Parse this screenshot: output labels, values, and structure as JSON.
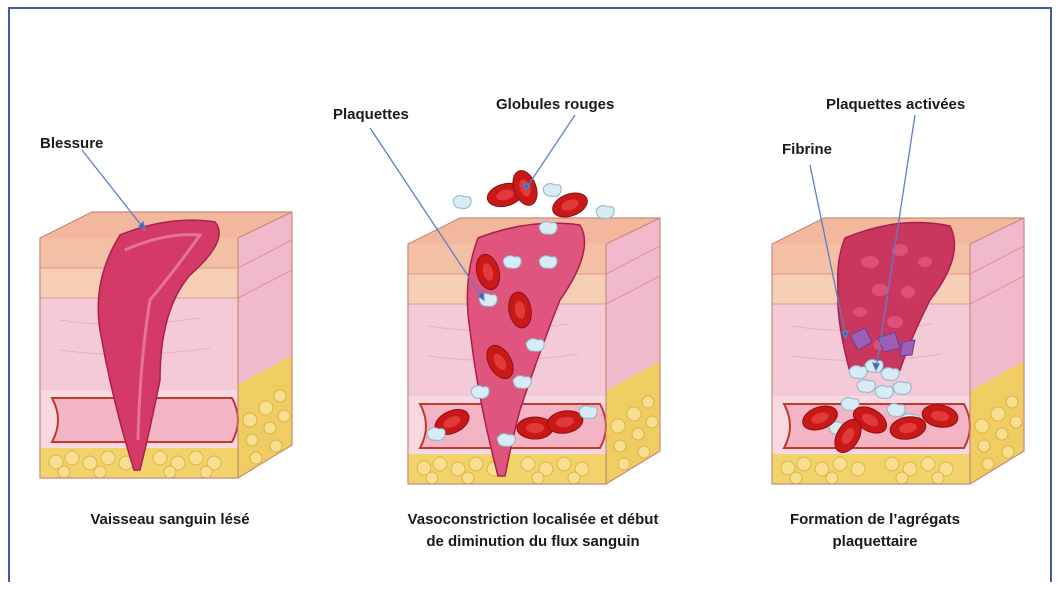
{
  "panels": [
    {
      "caption_lines": [
        "Vaisseau sanguin lésé"
      ]
    },
    {
      "caption_lines": [
        "Vasoconstriction localisée et début",
        "de diminution du flux sanguin"
      ]
    },
    {
      "caption_lines": [
        "Formation de l’agrégats",
        "plaquettaire"
      ]
    }
  ],
  "labels": {
    "blessure": "Blessure",
    "plaquettes": "Plaquettes",
    "globules_rouges": "Globules rouges",
    "fibrine": "Fibrine",
    "plaquettes_activees": "Plaquettes activées"
  },
  "colors": {
    "frame": "#3a5f9e",
    "pointer": "#5b7fc7",
    "skin_top": "#f3c0a6",
    "dermis": "#f5cad8",
    "fat": "#f2d36b",
    "vessel": "#d43a68",
    "rbc": "#c81818",
    "platelet": "#d8ecf5",
    "fibrin": "#9b5fb8"
  }
}
